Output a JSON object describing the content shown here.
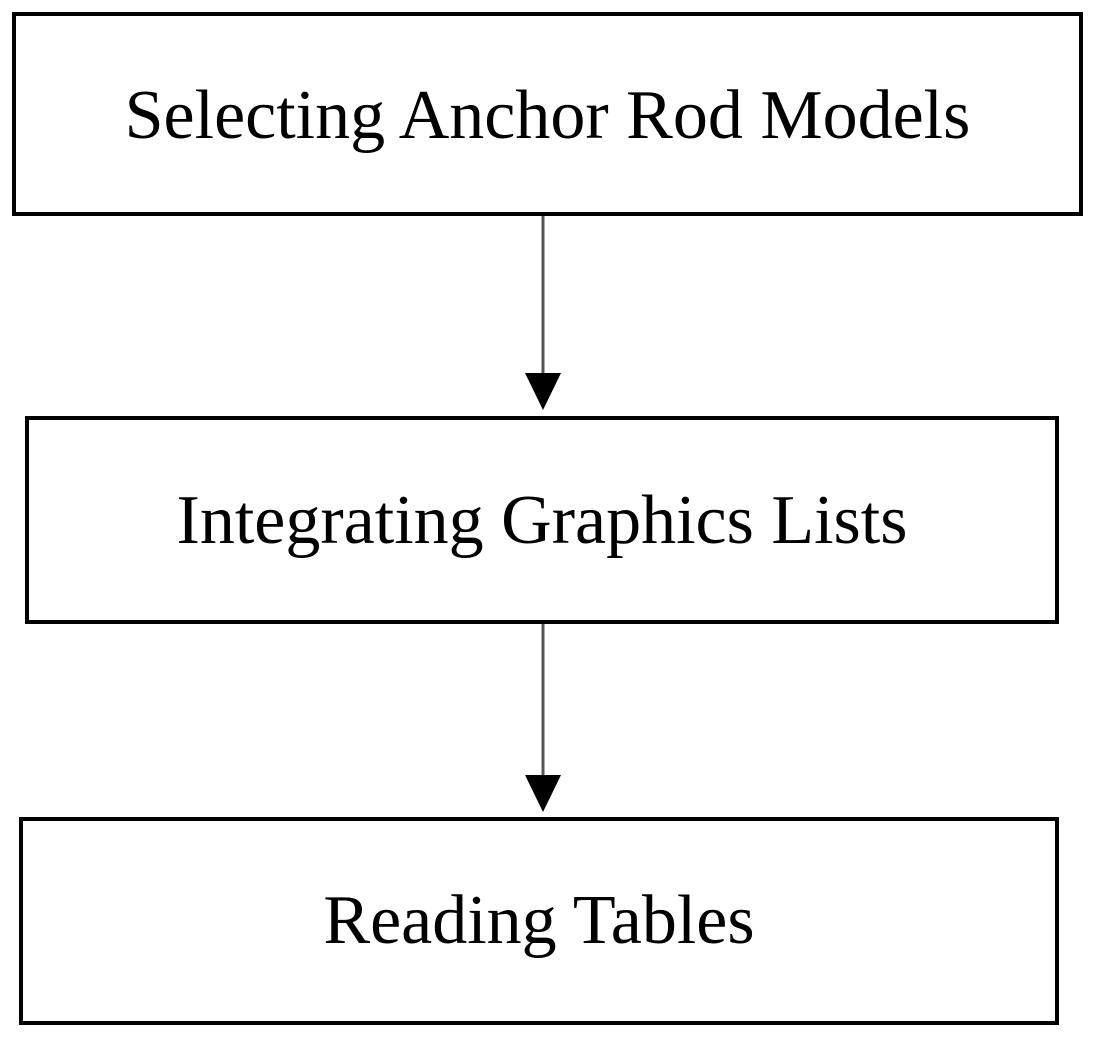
{
  "flowchart": {
    "steps": [
      {
        "label": "Selecting Anchor Rod Models"
      },
      {
        "label": "Integrating Graphics Lists"
      },
      {
        "label": "Reading Tables"
      }
    ]
  }
}
